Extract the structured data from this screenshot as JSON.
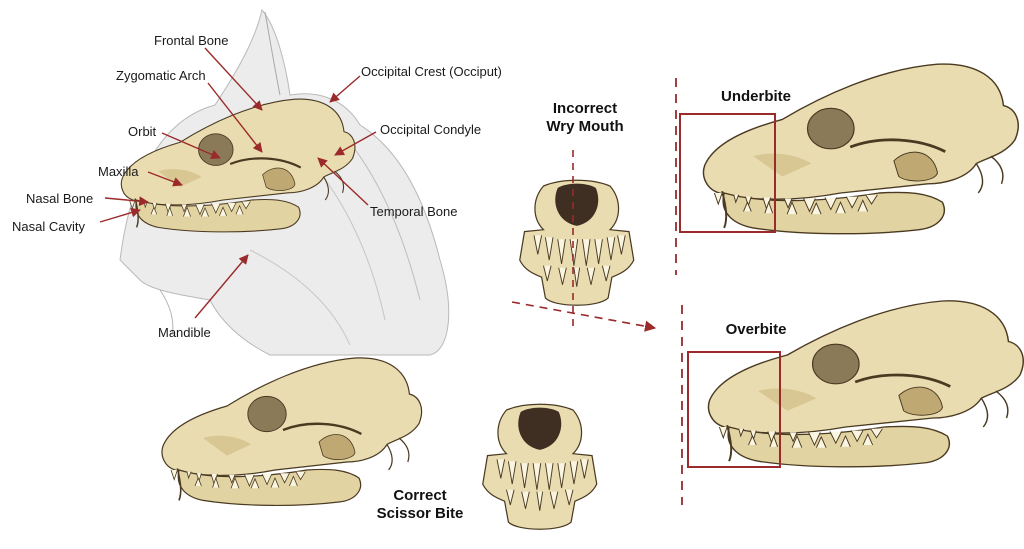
{
  "anatomy_labels": {
    "frontal_bone": "Frontal Bone",
    "zygomatic_arch": "Zygomatic Arch",
    "occipital_crest": "Occipital Crest (Occiput)",
    "orbit": "Orbit",
    "occipital_condyle": "Occipital Condyle",
    "maxilla": "Maxilla",
    "nasal_bone": "Nasal Bone",
    "nasal_cavity": "Nasal Cavity",
    "temporal_bone": "Temporal Bone",
    "mandible": "Mandible"
  },
  "bite_headings": {
    "incorrect_line1": "Incorrect",
    "incorrect_line2": "Wry Mouth",
    "underbite": "Underbite",
    "overbite": "Overbite",
    "correct_line1": "Correct",
    "correct_line2": "Scissor Bite"
  },
  "colors": {
    "accent": "#9b2a2a",
    "bone": "#e9dcb0",
    "bone_shade": "#bfa872",
    "outline": "#4a3a22",
    "fur": "#c9c9c9"
  }
}
